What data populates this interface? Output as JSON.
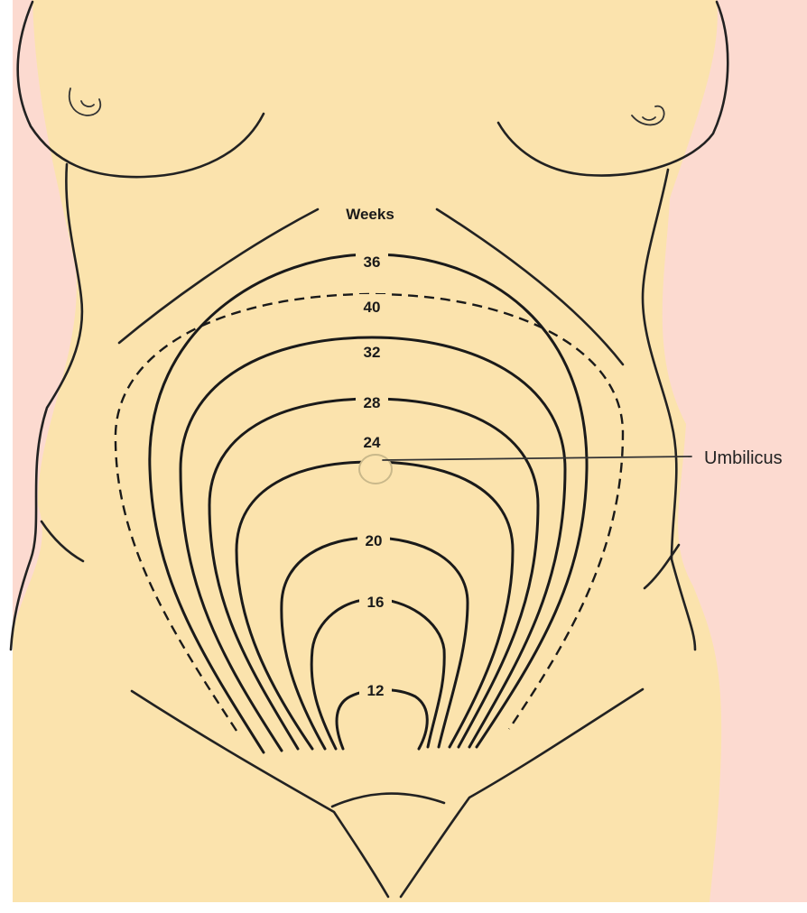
{
  "colors": {
    "background": "#fcdad0",
    "skin": "#fbe3ad",
    "line": "#1a1a1a"
  },
  "diagram": {
    "heading": "Weeks",
    "contours": [
      {
        "label": "36",
        "style": "solid"
      },
      {
        "label": "40",
        "style": "dashed"
      },
      {
        "label": "32",
        "style": "solid"
      },
      {
        "label": "28",
        "style": "solid"
      },
      {
        "label": "24",
        "style": "solid"
      },
      {
        "label": "20",
        "style": "solid"
      },
      {
        "label": "16",
        "style": "solid"
      },
      {
        "label": "12",
        "style": "solid"
      }
    ],
    "callout": "Umbilicus"
  }
}
